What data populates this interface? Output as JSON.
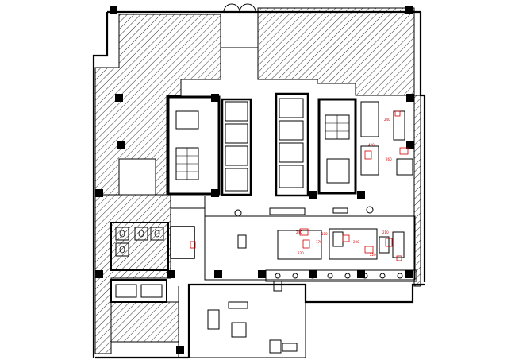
{
  "drawing": {
    "kind": "architectural floor plan",
    "colors": {
      "line": "#000000",
      "hatch": "#000000",
      "background": "#ffffff",
      "dimension_marks": "#d00000"
    }
  },
  "annotations": {
    "lounge_left": [
      "240",
      "170",
      "230",
      "180"
    ],
    "lounge_right": [
      "200",
      "220",
      "210"
    ],
    "east_wing": [
      "240",
      "420",
      "260"
    ]
  }
}
